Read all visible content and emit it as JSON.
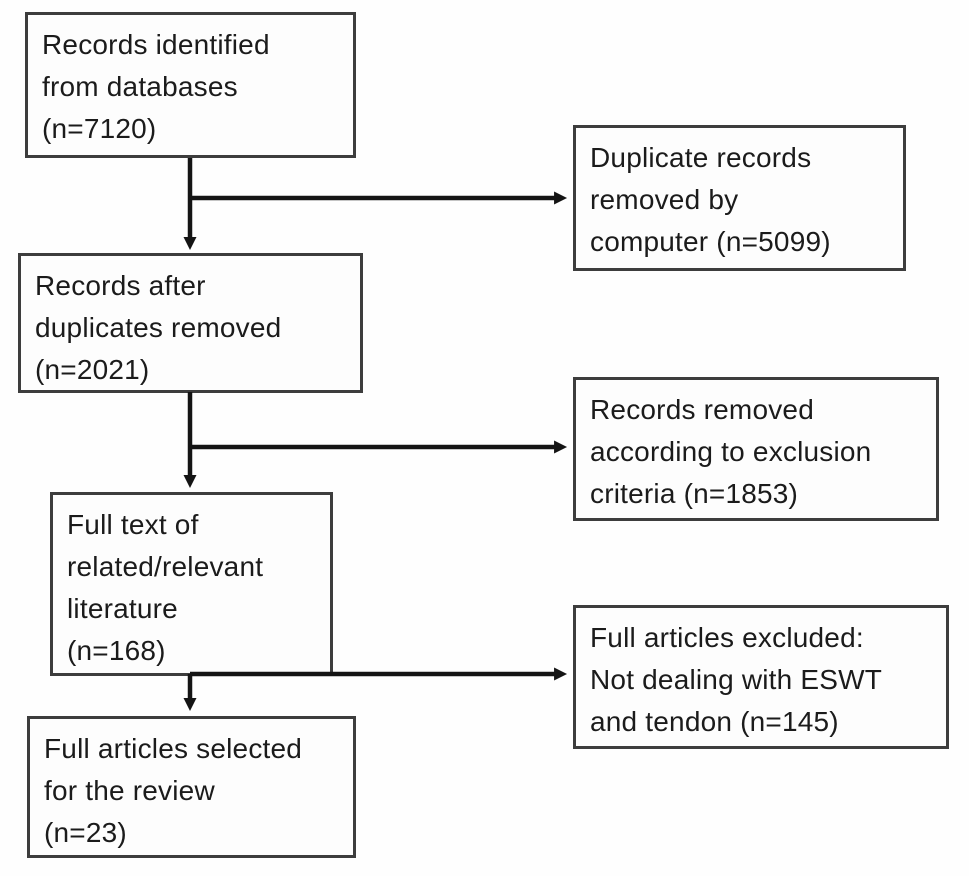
{
  "diagram": {
    "type": "flowchart",
    "description": "Literature screening flow diagram (PRISMA-style)",
    "colors": {
      "box_border": "#3d3d3d",
      "text": "#1b1b1b",
      "arrow": "#141414",
      "background": "#fefefe"
    },
    "nodes": {
      "identified": {
        "lines": [
          "Records identified",
          "from databases",
          "(n=7120)"
        ],
        "n": 7120
      },
      "duplicates_removed": {
        "lines": [
          "Duplicate records",
          "removed by",
          "computer (n=5099)"
        ],
        "n": 5099
      },
      "after_duplicates": {
        "lines": [
          "Records after",
          "duplicates removed",
          "(n=2021)"
        ],
        "n": 2021
      },
      "exclusion_criteria": {
        "lines": [
          "Records removed",
          "according to exclusion",
          "criteria (n=1853)"
        ],
        "n": 1853
      },
      "full_text": {
        "lines": [
          "Full text of",
          "related/relevant",
          "literature",
          "(n=168)"
        ],
        "n": 168
      },
      "full_articles_excluded": {
        "lines": [
          "Full articles excluded:",
          "Not dealing with ESWT",
          "and tendon (n=145)"
        ],
        "n": 145
      },
      "selected": {
        "lines": [
          "Full articles selected",
          "for the review",
          "(n=23)"
        ],
        "n": 23
      }
    }
  }
}
